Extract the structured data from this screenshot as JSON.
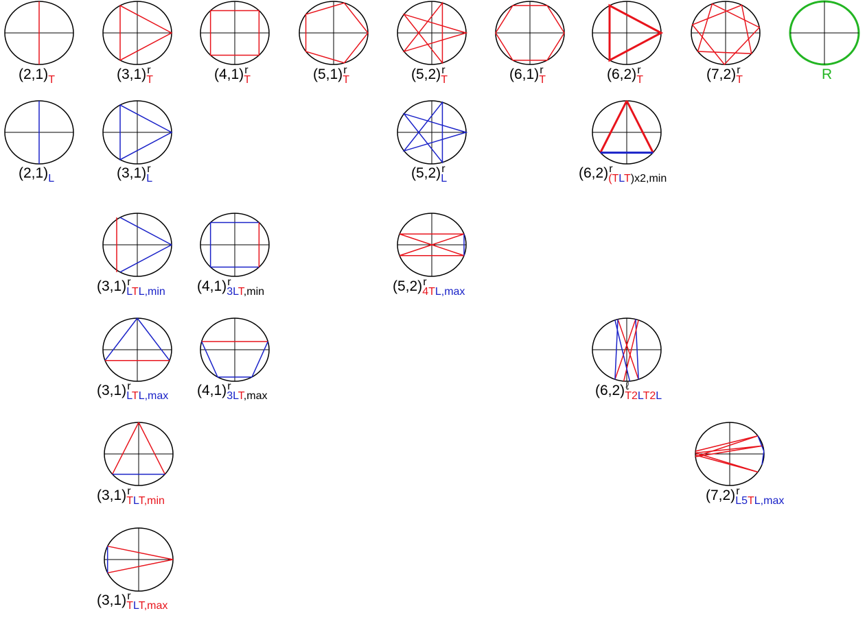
{
  "colors": {
    "T": "#e8141c",
    "L": "#1a22c8",
    "R": "#22b522",
    "ink": "#000000"
  },
  "figures": [
    {
      "id": "fig-2-1-T",
      "label": {
        "base": "(2,1)",
        "sup": "",
        "sub": [
          {
            "t": "T",
            "c": "T"
          }
        ]
      },
      "circle": "ink",
      "segments": [
        {
          "from": 90,
          "to": 270,
          "c": "T"
        }
      ]
    },
    {
      "id": "fig-3-1-T",
      "label": {
        "base": "(3,1)",
        "sup": "r",
        "sub": [
          {
            "t": "T",
            "c": "T"
          }
        ]
      },
      "circle": "ink",
      "segments": [
        {
          "poly": [
            0,
            120,
            240
          ],
          "c": "T"
        }
      ]
    },
    {
      "id": "fig-4-1-T",
      "label": {
        "base": "(4,1)",
        "sup": "r",
        "sub": [
          {
            "t": "T",
            "c": "T"
          }
        ]
      },
      "circle": "ink",
      "segments": [
        {
          "poly": [
            45,
            135,
            225,
            315
          ],
          "c": "T"
        }
      ]
    },
    {
      "id": "fig-5-1-T",
      "label": {
        "base": "(5,1)",
        "sup": "r",
        "sub": [
          {
            "t": "T",
            "c": "T"
          }
        ]
      },
      "circle": "ink",
      "segments": [
        {
          "poly": [
            0,
            72,
            144,
            216,
            288
          ],
          "c": "T"
        }
      ]
    },
    {
      "id": "fig-5-2-T",
      "label": {
        "base": "(5,2)",
        "sup": "r",
        "sub": [
          {
            "t": "T",
            "c": "T"
          }
        ]
      },
      "circle": "ink",
      "segments": [
        {
          "poly": [
            0,
            144,
            288,
            72,
            216
          ],
          "c": "T"
        }
      ]
    },
    {
      "id": "fig-6-1-T",
      "label": {
        "base": "(6,1)",
        "sup": "r",
        "sub": [
          {
            "t": "T",
            "c": "T"
          }
        ]
      },
      "circle": "ink",
      "segments": [
        {
          "poly": [
            0,
            60,
            120,
            180,
            240,
            300
          ],
          "c": "T"
        }
      ]
    },
    {
      "id": "fig-6-2-T",
      "label": {
        "base": "(6,2)",
        "sup": "r",
        "sub": [
          {
            "t": "T",
            "c": "T"
          }
        ]
      },
      "circle": "ink",
      "segments": [
        {
          "poly": [
            0,
            120,
            240
          ],
          "c": "T",
          "w": 3
        }
      ]
    },
    {
      "id": "fig-7-2-T",
      "label": {
        "base": "(7,2)",
        "sup": "r",
        "sub": [
          {
            "t": "T",
            "c": "T"
          }
        ]
      },
      "circle": "ink",
      "segments": [
        {
          "poly": [
            10,
            113,
            216,
            319,
            62,
            165,
            268
          ],
          "c": "T"
        }
      ]
    },
    {
      "id": "fig-R",
      "label": {
        "base": "R",
        "sup": "",
        "sub": [],
        "green": true
      },
      "circle": "R",
      "segments": []
    },
    {
      "id": "fig-2-1-L",
      "label": {
        "base": "(2,1)",
        "sup": "",
        "sub": [
          {
            "t": "L",
            "c": "L"
          }
        ]
      },
      "circle": "ink",
      "segments": [
        {
          "from": 90,
          "to": 270,
          "c": "L"
        }
      ]
    },
    {
      "id": "fig-3-1-L",
      "label": {
        "base": "(3,1)",
        "sup": "r",
        "sub": [
          {
            "t": "L",
            "c": "L"
          }
        ]
      },
      "circle": "ink",
      "segments": [
        {
          "poly": [
            0,
            120,
            240
          ],
          "c": "L"
        }
      ]
    },
    {
      "id": "fig-5-2-L",
      "label": {
        "base": "(5,2)",
        "sup": "r",
        "sub": [
          {
            "t": "L",
            "c": "L"
          }
        ]
      },
      "circle": "ink",
      "segments": [
        {
          "poly": [
            0,
            144,
            288,
            72,
            216
          ],
          "c": "L"
        }
      ]
    },
    {
      "id": "fig-6-2-TLTx2-min",
      "label": {
        "base": "(6,2)",
        "sup": "r",
        "sub": [
          {
            "t": "(",
            "c": "T"
          },
          {
            "t": "T",
            "c": "T"
          },
          {
            "t": "L",
            "c": "L"
          },
          {
            "t": "T",
            "c": "T"
          },
          {
            "t": ")x2,min",
            "c": "ink"
          }
        ]
      },
      "circle": "ink",
      "segments": [
        {
          "from": 90,
          "to": 220,
          "c": "T",
          "w": 3
        },
        {
          "from": 90,
          "to": 320,
          "c": "T",
          "w": 3
        },
        {
          "from": 220,
          "to": 320,
          "c": "L",
          "w": 3
        }
      ]
    },
    {
      "id": "fig-3-1-LTL-min",
      "label": {
        "base": "(3,1)",
        "sup": "r",
        "sub": [
          {
            "t": "L",
            "c": "L"
          },
          {
            "t": "T",
            "c": "T"
          },
          {
            "t": "L,min",
            "c": "L2"
          }
        ]
      },
      "circle": "ink",
      "segments": [
        {
          "from": 0,
          "to": 120,
          "c": "L"
        },
        {
          "from": 0,
          "to": 240,
          "c": "L"
        },
        {
          "from": 120,
          "to": 240,
          "c": "T",
          "shift": -5
        }
      ]
    },
    {
      "id": "fig-4-1-3LT-min",
      "label": {
        "base": "(4,1)",
        "sup": "r",
        "sub": [
          {
            "t": "3L",
            "c": "L"
          },
          {
            "t": "T",
            "c": "T"
          },
          {
            "t": ",min",
            "c": "ink"
          }
        ]
      },
      "circle": "ink",
      "segments": [
        {
          "from": 45,
          "to": 135,
          "c": "L"
        },
        {
          "from": 135,
          "to": 225,
          "c": "L"
        },
        {
          "from": 225,
          "to": 315,
          "c": "L"
        },
        {
          "from": 315,
          "to": 45,
          "c": "T"
        }
      ]
    },
    {
      "id": "fig-5-2-4TL-max",
      "label": {
        "base": "(5,2)",
        "sup": "r",
        "sub": [
          {
            "t": "4T",
            "c": "T"
          },
          {
            "t": "L,max",
            "c": "L2"
          }
        ]
      },
      "circle": "ink",
      "segments": [
        {
          "from": 160,
          "to": 20,
          "c": "T"
        },
        {
          "from": 20,
          "to": 200,
          "c": "T"
        },
        {
          "from": 200,
          "to": 340,
          "c": "T"
        },
        {
          "from": 340,
          "to": 160,
          "c": "T"
        },
        {
          "from": 20,
          "to": 340,
          "c": "L"
        }
      ]
    },
    {
      "id": "fig-3-1-LTL-max",
      "label": {
        "base": "(3,1)",
        "sup": "r",
        "sub": [
          {
            "t": "L",
            "c": "L"
          },
          {
            "t": "T",
            "c": "T"
          },
          {
            "t": "L,max",
            "c": "L2"
          }
        ]
      },
      "circle": "ink",
      "segments": [
        {
          "from": 90,
          "to": 200,
          "c": "L"
        },
        {
          "from": 90,
          "to": 340,
          "c": "L"
        },
        {
          "from": 200,
          "to": 340,
          "c": "T"
        }
      ]
    },
    {
      "id": "fig-4-1-3LT-max",
      "label": {
        "base": "(4,1)",
        "sup": "r",
        "sub": [
          {
            "t": "3L",
            "c": "L"
          },
          {
            "t": "T",
            "c": "T"
          },
          {
            "t": ",max",
            "c": "ink"
          }
        ]
      },
      "circle": "ink",
      "segments": [
        {
          "from": 165,
          "to": 15,
          "c": "T"
        },
        {
          "from": 165,
          "to": 240,
          "c": "L"
        },
        {
          "from": 240,
          "to": 300,
          "c": "L"
        },
        {
          "from": 300,
          "to": 15,
          "c": "L"
        }
      ]
    },
    {
      "id": "fig-6-2-T2LT2L",
      "label": {
        "base": "(6,2)",
        "sup": "ℓ",
        "sub": [
          {
            "t": "T2",
            "c": "T"
          },
          {
            "t": "L",
            "c": "L"
          },
          {
            "t": "T2",
            "c": "T"
          },
          {
            "t": "L",
            "c": "L"
          }
        ]
      },
      "circle": "ink",
      "segments": [
        {
          "from": 105,
          "to": 290,
          "c": "T"
        },
        {
          "from": 75,
          "to": 250,
          "c": "T"
        },
        {
          "from": 105,
          "to": 250,
          "c": "L"
        },
        {
          "from": 75,
          "to": 290,
          "c": "L"
        },
        {
          "from": 70,
          "to": 265,
          "c": "T"
        },
        {
          "from": 110,
          "to": 275,
          "c": "L"
        }
      ]
    },
    {
      "id": "fig-3-1-TLT-min",
      "label": {
        "base": "(3,1)",
        "sup": "r",
        "sub": [
          {
            "t": "T",
            "c": "T"
          },
          {
            "t": "L",
            "c": "L"
          },
          {
            "t": "T,min",
            "c": "T2"
          }
        ]
      },
      "circle": "ink",
      "segments": [
        {
          "from": 90,
          "to": 220,
          "c": "T"
        },
        {
          "from": 90,
          "to": 320,
          "c": "T"
        },
        {
          "from": 220,
          "to": 320,
          "c": "L"
        }
      ]
    },
    {
      "id": "fig-7-2-L5TL-max",
      "label": {
        "base": "(7,2)",
        "sup": "r",
        "sub": [
          {
            "t": "L5",
            "c": "L"
          },
          {
            "t": "T",
            "c": "T"
          },
          {
            "t": "L,max",
            "c": "L2"
          }
        ]
      },
      "circle": "ink",
      "segments": [
        {
          "from": 175,
          "to": 35,
          "c": "T"
        },
        {
          "from": 35,
          "to": 185,
          "c": "T"
        },
        {
          "from": 185,
          "to": 15,
          "c": "T"
        },
        {
          "from": 15,
          "to": 178,
          "c": "T"
        },
        {
          "from": 178,
          "to": 325,
          "c": "T"
        },
        {
          "from": 325,
          "to": 182,
          "c": "T"
        },
        {
          "from": 35,
          "to": 5,
          "c": "L"
        },
        {
          "from": 5,
          "to": 340,
          "c": "L"
        }
      ]
    },
    {
      "id": "fig-3-1-TLT-max",
      "label": {
        "base": "(3,1)",
        "sup": "r",
        "sub": [
          {
            "t": "T",
            "c": "T"
          },
          {
            "t": "L",
            "c": "L"
          },
          {
            "t": "T,max",
            "c": "T2"
          }
        ]
      },
      "circle": "ink",
      "segments": [
        {
          "from": 0,
          "to": 155,
          "c": "T"
        },
        {
          "from": 0,
          "to": 205,
          "c": "T"
        },
        {
          "from": 155,
          "to": 205,
          "c": "L"
        }
      ]
    }
  ]
}
